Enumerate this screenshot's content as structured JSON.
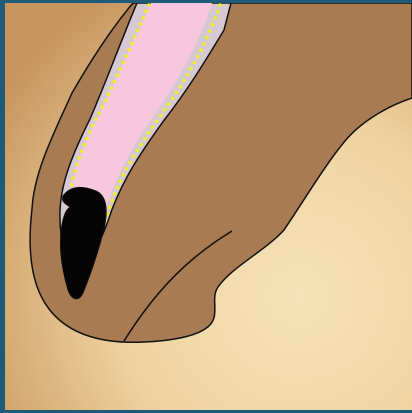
{
  "diagram": {
    "colors": {
      "frame": "#1f5a78",
      "background_center": "#f4ddb0",
      "background_edge": "#c99a63",
      "tooth_tissue": "#a87b52",
      "lining": "#d2c6ce",
      "pink_core": "#f6c6dd",
      "dotted_outline": "#f2ef22",
      "dark_tip": "#050505",
      "outline": "#111111"
    },
    "icons": [
      "tooth-crown-shape",
      "pulp-canal-shape",
      "dotted-nerve-line",
      "dark-cavity-shape"
    ]
  }
}
